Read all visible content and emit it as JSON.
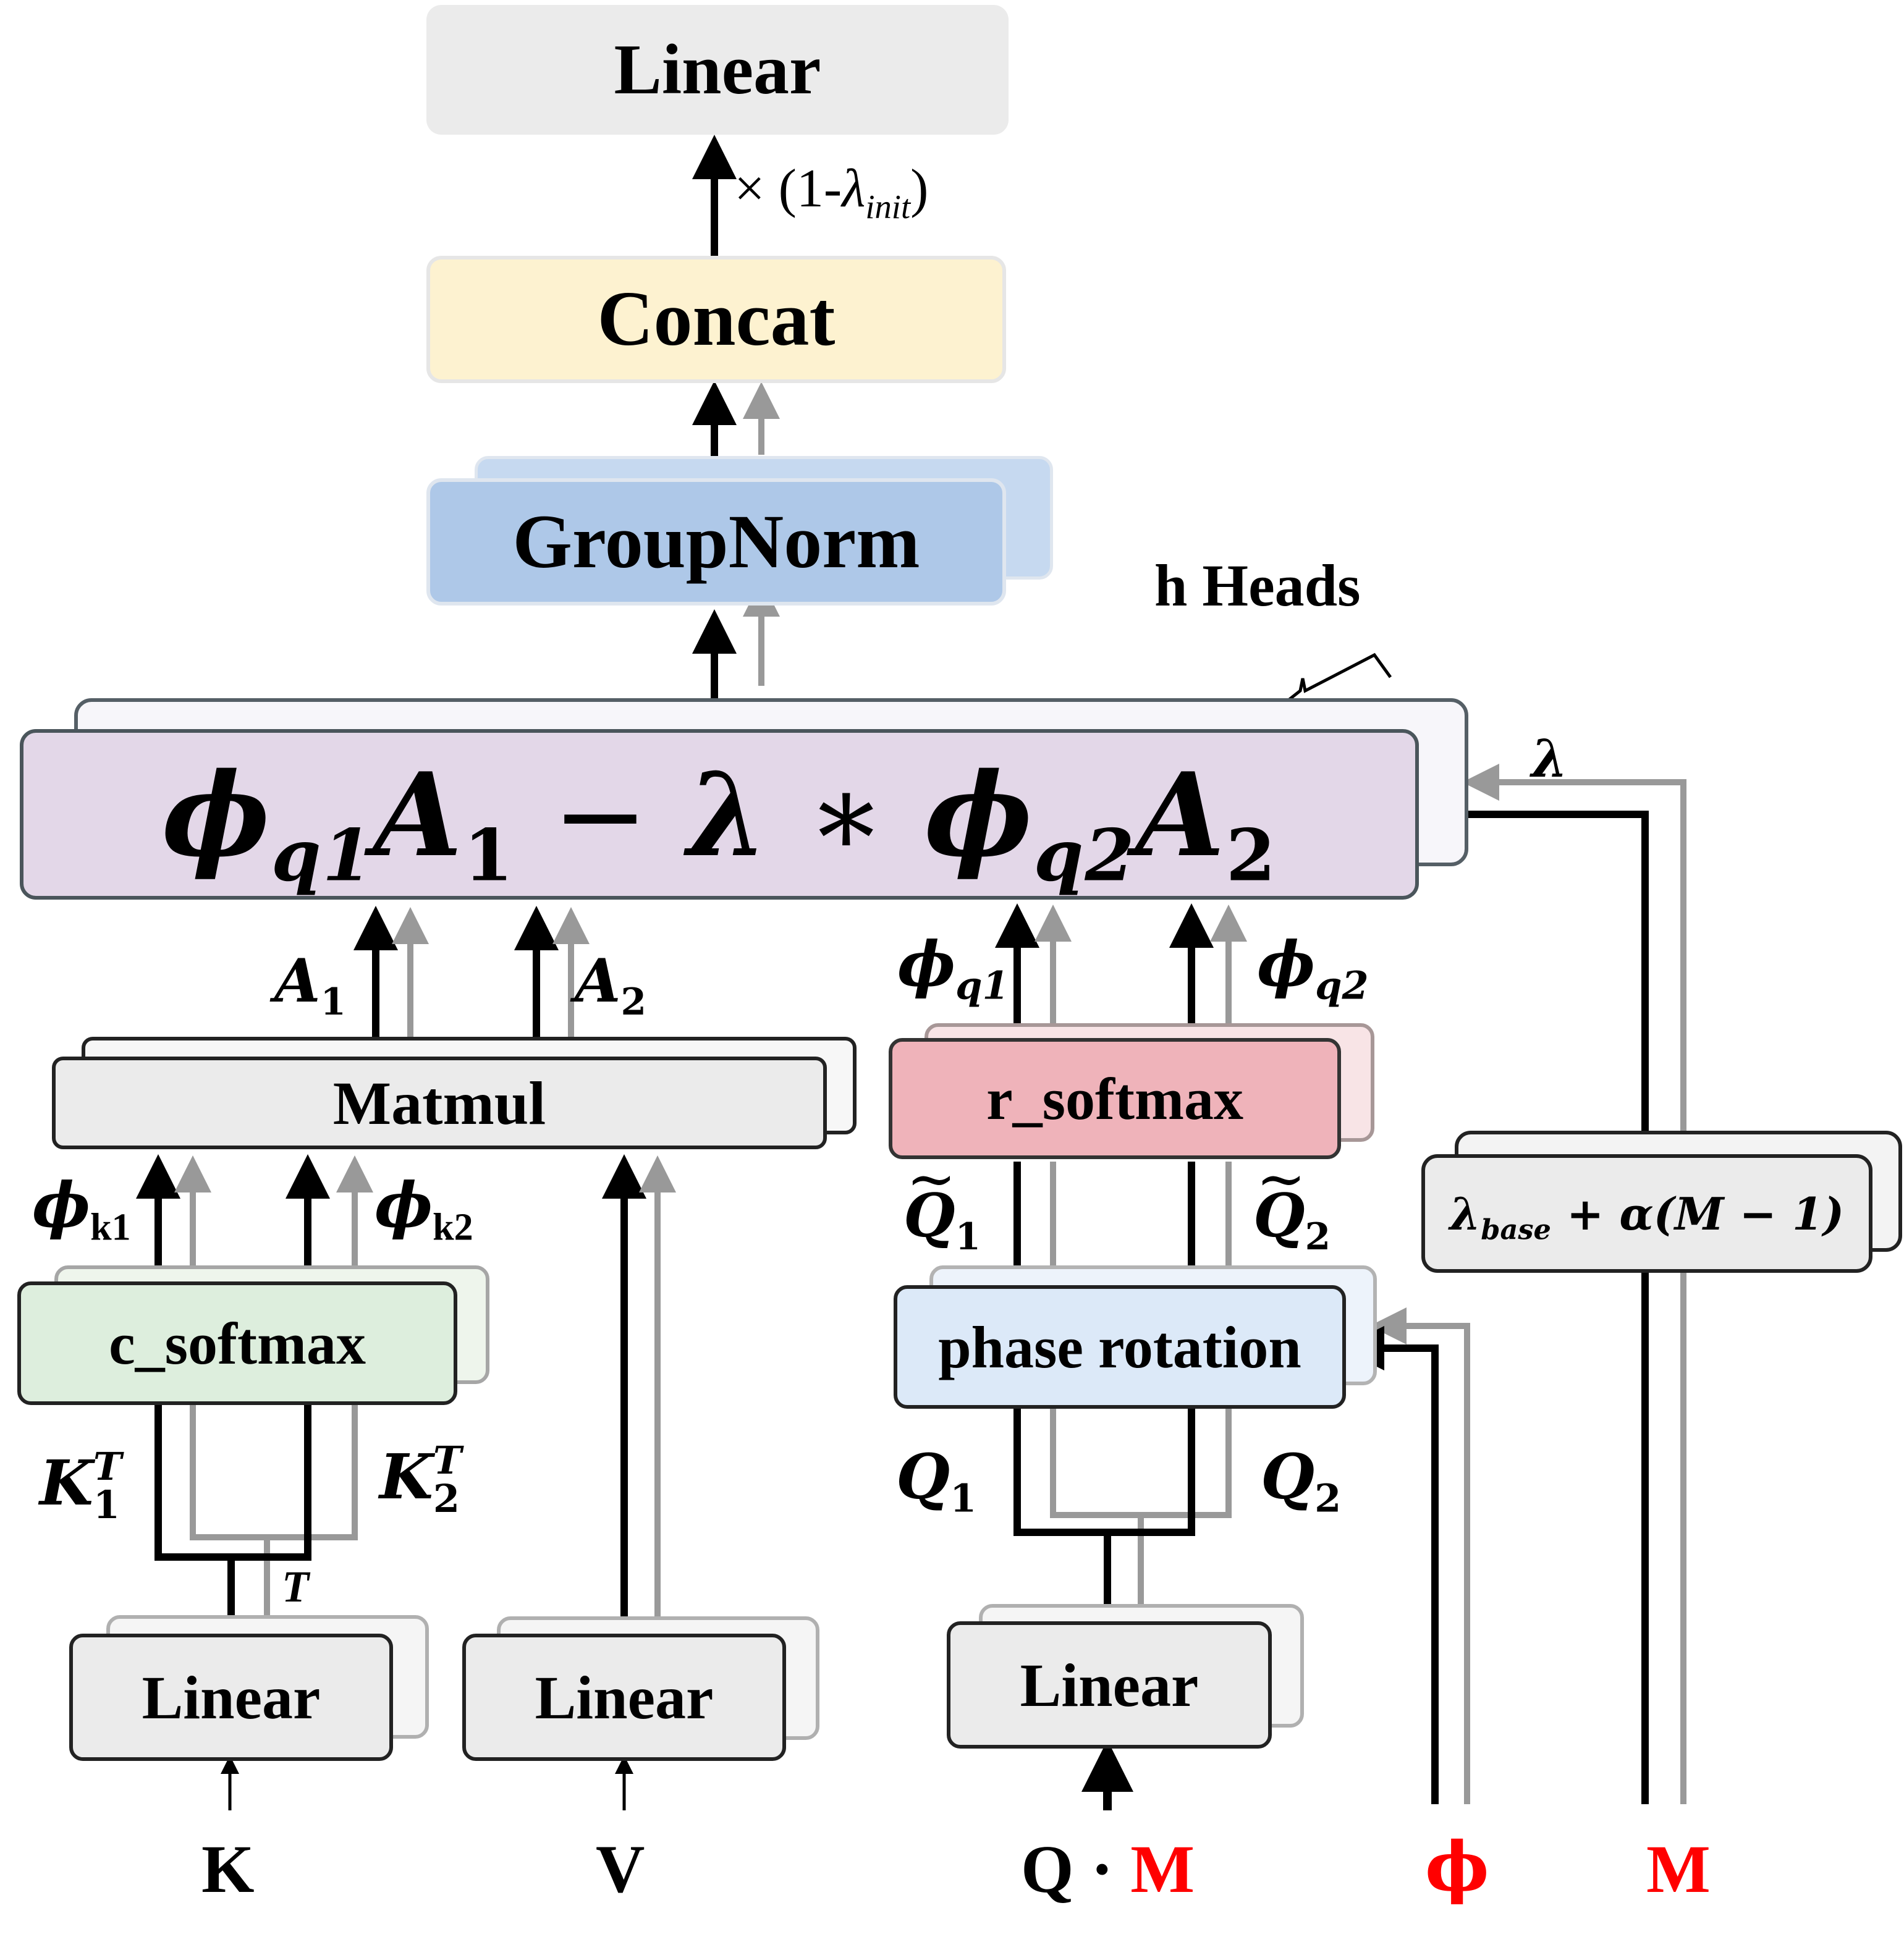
{
  "boxes": {
    "linear_top": "Linear",
    "concat": "Concat",
    "groupnorm": "GroupNorm",
    "diff_formula": {
      "phi1": "ϕ",
      "q1": "q1",
      "a1": "A",
      "a1_sub": "1",
      "minus": " − ",
      "lambda": "λ",
      "star": " ∗ ",
      "phi2": "ϕ",
      "q2": "q2",
      "a2": "A",
      "a2_sub": "2"
    },
    "matmul": "Matmul",
    "r_softmax": "r_softmax",
    "c_softmax": "c_softmax",
    "phase_rotation": "phase rotation",
    "lambda_formula": {
      "lambda_sym": "λ",
      "lambda_sub": "base",
      "rest": " + α(M − 1)"
    },
    "linear_k": "Linear",
    "linear_v": "Linear",
    "linear_q": "Linear"
  },
  "labels": {
    "scale_times": "× (1-",
    "scale_lambda": "λ",
    "scale_sub": "init",
    "scale_close": ")",
    "h_heads": "h Heads",
    "lambda_side": "λ",
    "a1": {
      "sym": "A",
      "sub": "1"
    },
    "a2": {
      "sym": "A",
      "sub": "2"
    },
    "phi_q1": {
      "sym": "ϕ",
      "sub": "q1"
    },
    "phi_q2": {
      "sym": "ϕ",
      "sub": "q2"
    },
    "phi_k1": {
      "sym": "ϕ",
      "sub": "k1"
    },
    "phi_k2": {
      "sym": "ϕ",
      "sub": "k2"
    },
    "q_tilde_1": {
      "sym": "Q",
      "sub": "1"
    },
    "q_tilde_2": {
      "sym": "Q",
      "sub": "2"
    },
    "k1t": {
      "sym": "K",
      "sup": "T",
      "sub": "1"
    },
    "k2t": {
      "sym": "K",
      "sup": "T",
      "sub": "2"
    },
    "transpose_t": "T",
    "q1": {
      "sym": "Q",
      "sub": "1"
    },
    "q2": {
      "sym": "Q",
      "sub": "2"
    }
  },
  "inputs": {
    "k": "K",
    "v": "V",
    "q": "Q · ",
    "q_m": "M",
    "phi": "ϕ",
    "m": "M"
  },
  "colors": {
    "linear_fill": "#ebebeb",
    "concat_fill": "#fdf2d0",
    "groupnorm_fill": "#aec8e8",
    "formula_fill": "#e3d7e8",
    "r_softmax_fill": "#efb3ba",
    "c_softmax_fill": "#ddeedd",
    "phase_fill": "#dce9f8",
    "highlight_red": "#ff0000",
    "gray_arrow": "#999999"
  }
}
